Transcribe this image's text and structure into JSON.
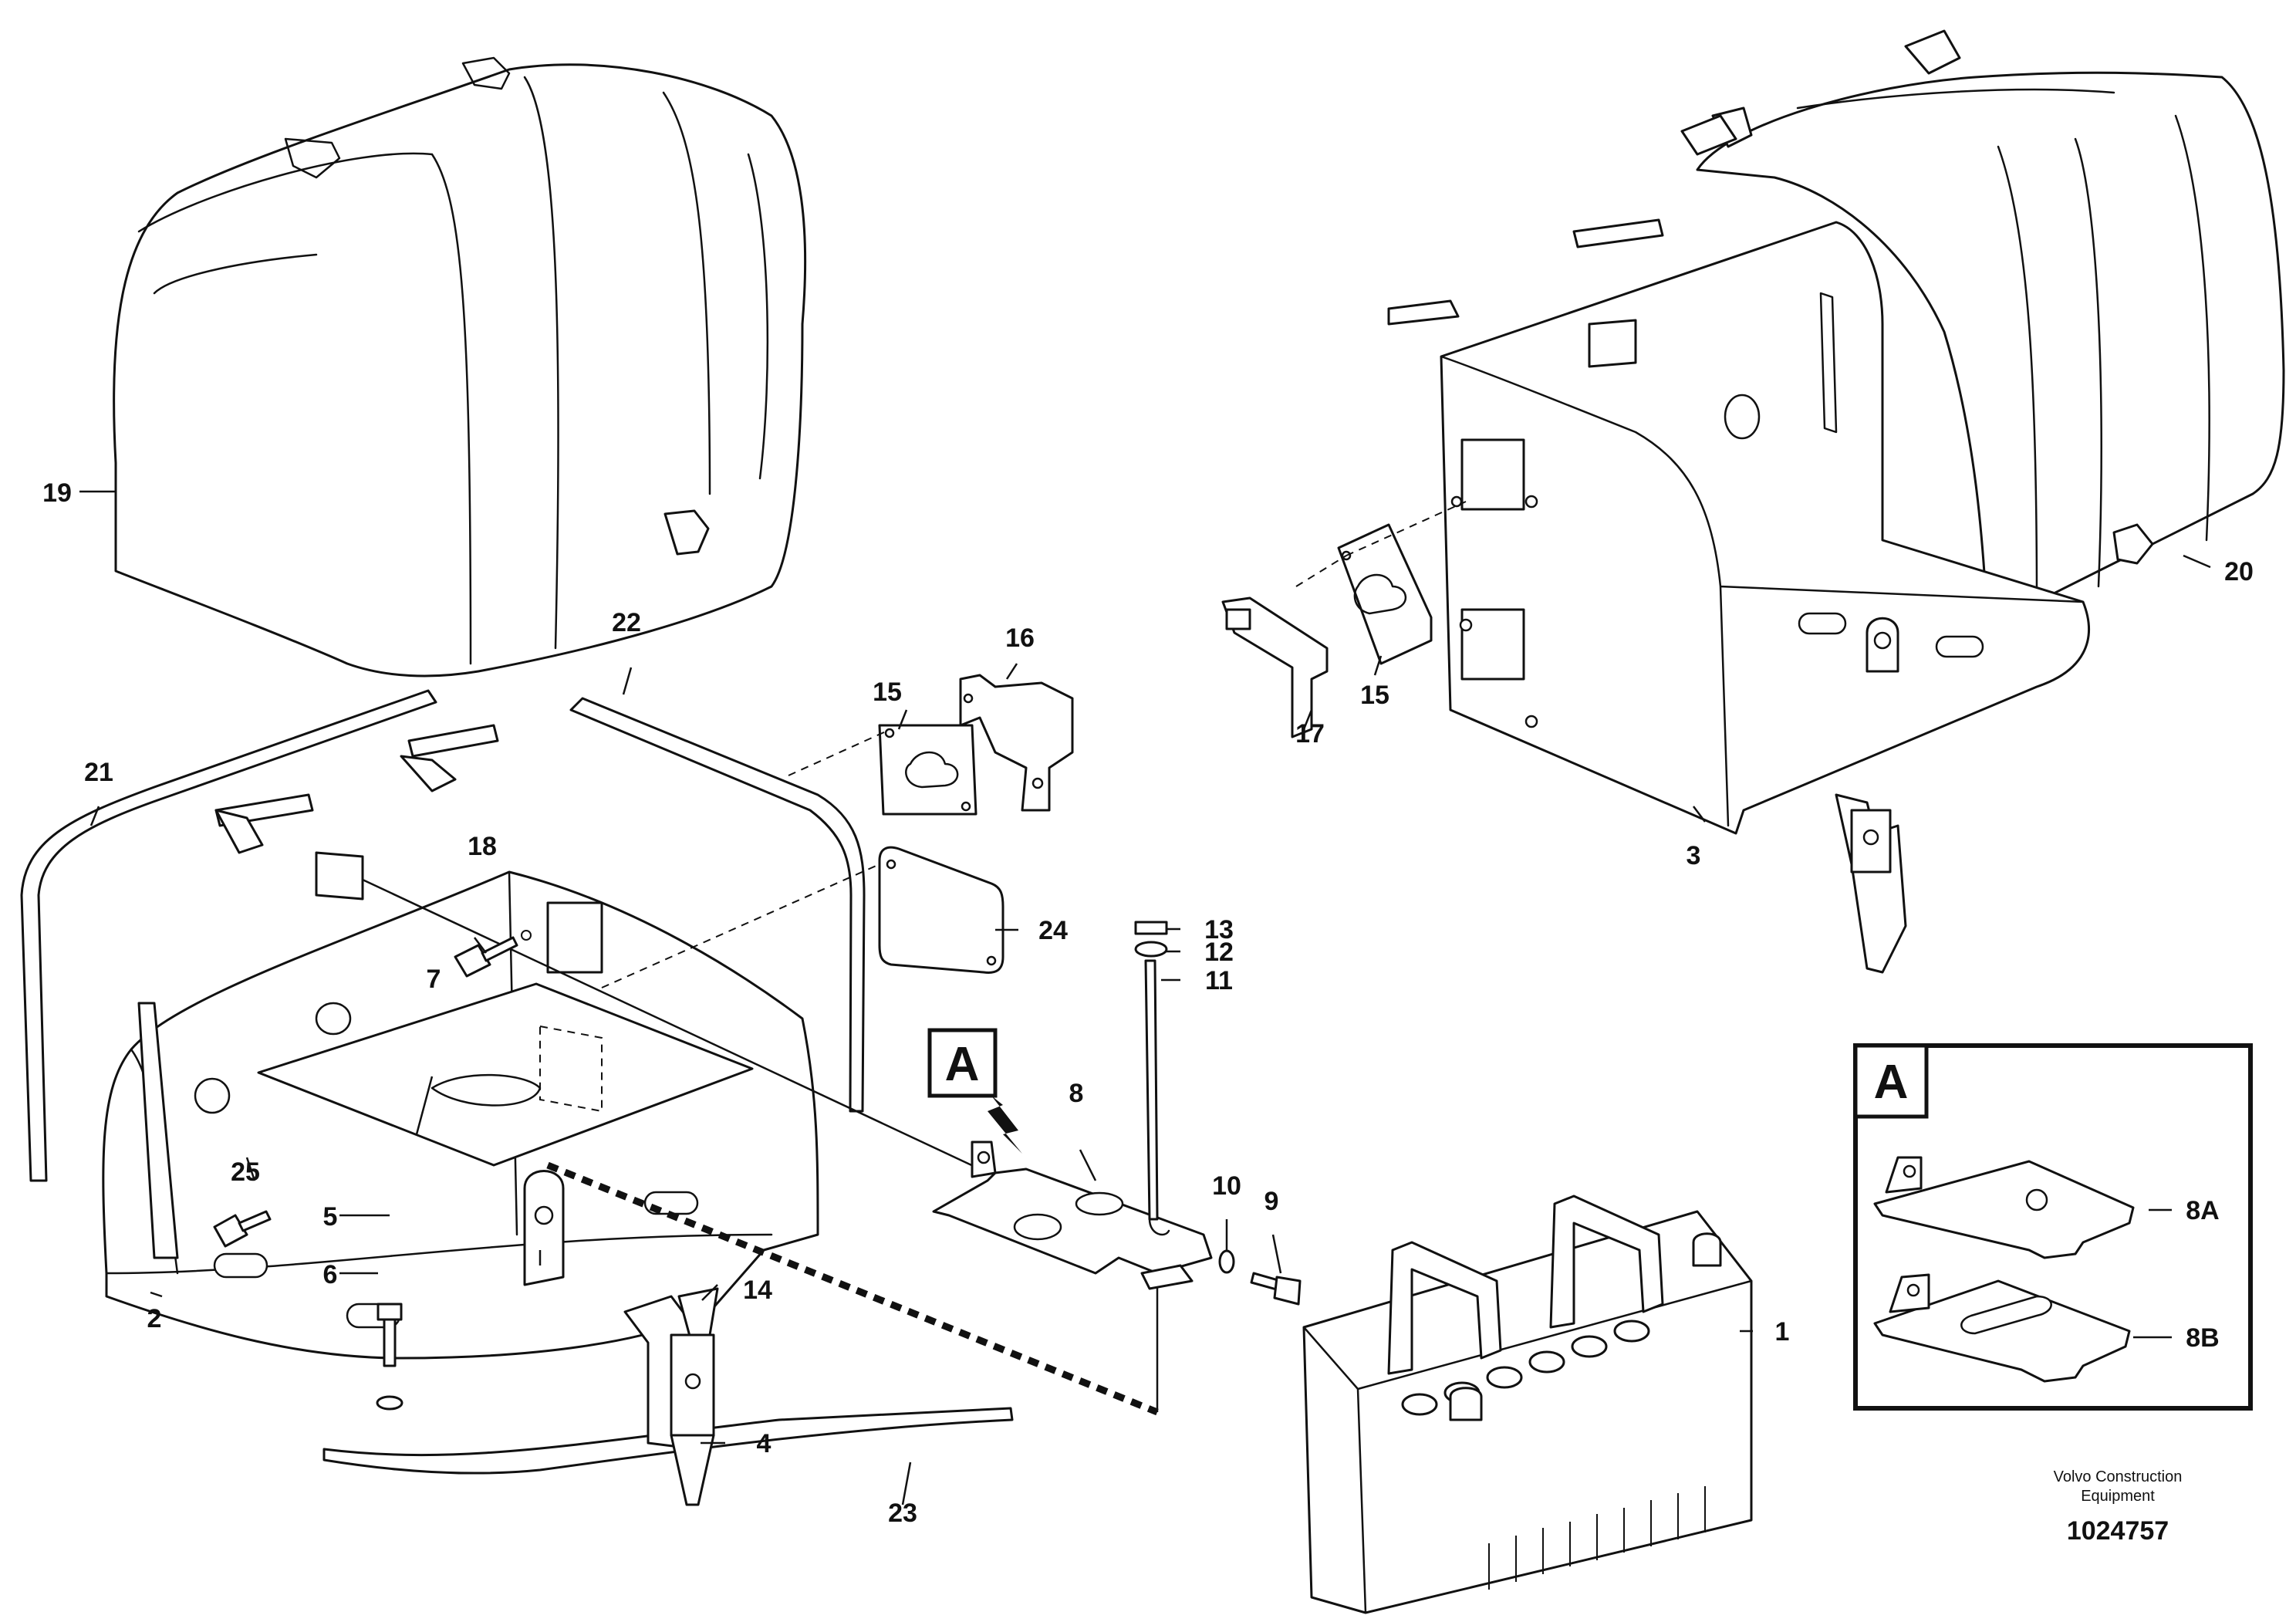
{
  "diagram": {
    "callouts": [
      "1",
      "2",
      "3",
      "4",
      "5",
      "6",
      "7",
      "8",
      "9",
      "10",
      "11",
      "12",
      "13",
      "14",
      "15",
      "15",
      "16",
      "17",
      "18",
      "19",
      "20",
      "21",
      "22",
      "23",
      "24",
      "25"
    ],
    "detail_view": {
      "label": "A",
      "items": [
        "8A",
        "8B"
      ]
    },
    "reference_label": "A",
    "footer": {
      "company_line1": "Volvo Construction",
      "company_line2": "Equipment",
      "doc_number": "1024757"
    }
  }
}
